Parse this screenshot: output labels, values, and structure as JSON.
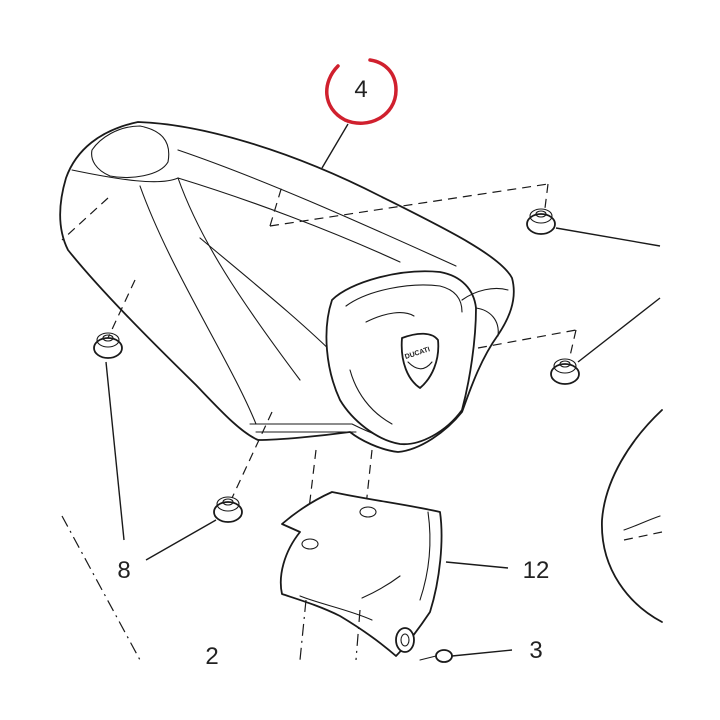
{
  "callouts": {
    "part_4": "4",
    "part_8": "8",
    "part_12": "12",
    "part_3": "3",
    "part_2": "2"
  },
  "logo": {
    "wordmark": "DUCATI"
  },
  "colors": {
    "highlight_circle": "#d0202e",
    "line": "#1a1a1a",
    "background": "#ffffff"
  }
}
